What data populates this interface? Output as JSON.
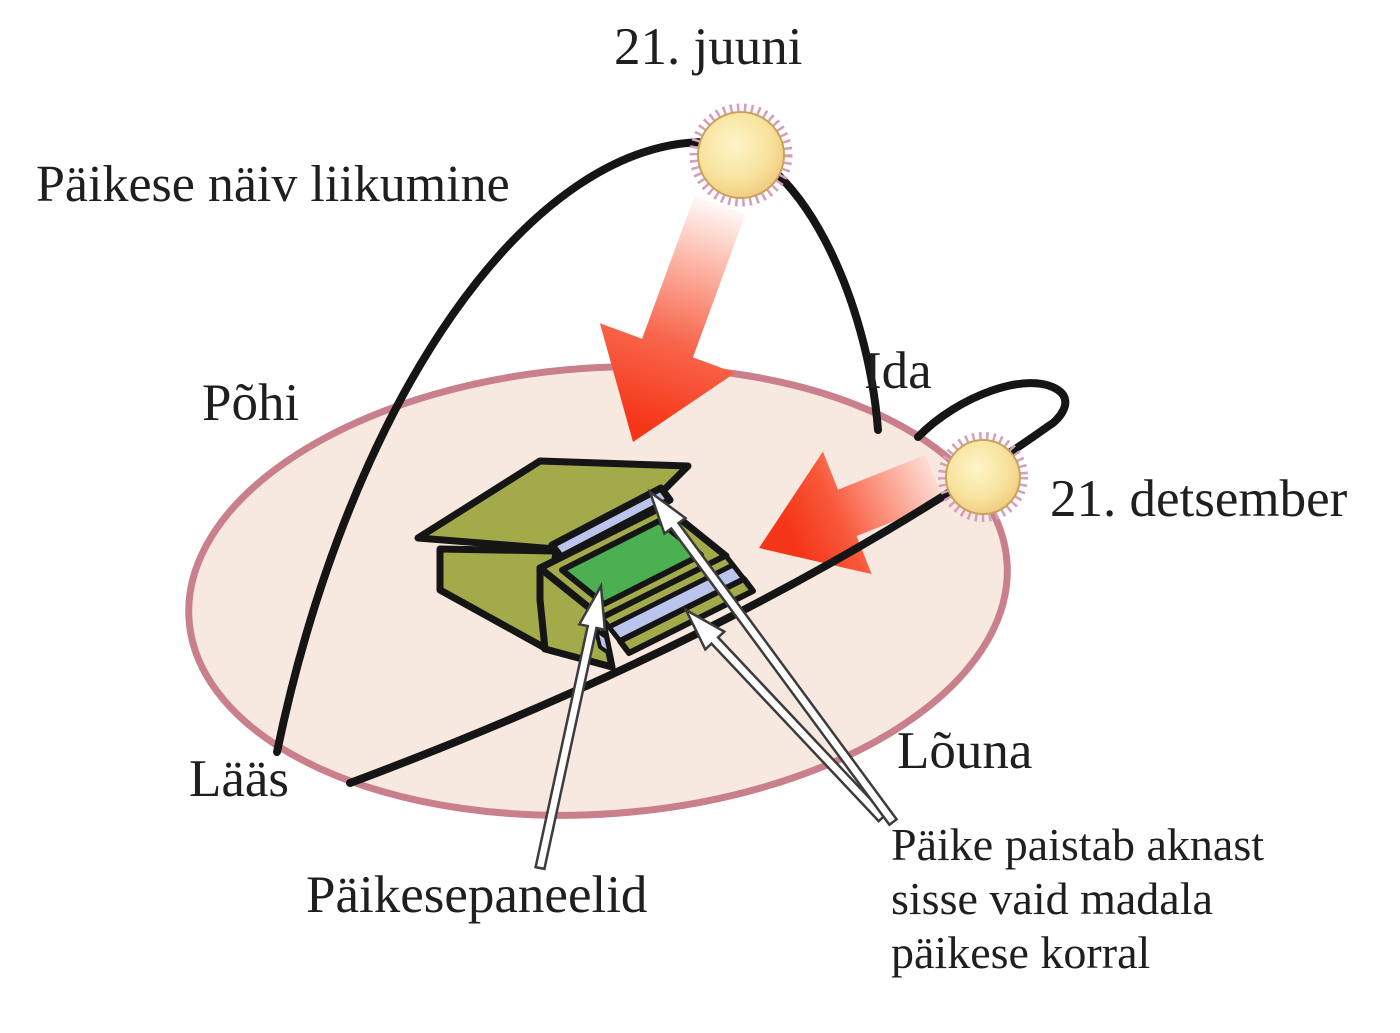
{
  "figure": {
    "type": "diagram",
    "subject": "Apparent movement of the Sun over a house with solar panels",
    "labels": {
      "june_sun": "21. juuni",
      "december_sun": "21. detsember",
      "apparent_motion": "Päikese näiv liikumine",
      "north": "Põhi",
      "east": "Ida",
      "west": "Lääs",
      "south": "Lõuna",
      "solar_panels": "Päikesepaneelid",
      "window_note_line1": "Päike paistab aknast",
      "window_note_line2": "sisse vaid madala",
      "window_note_line3": "päikese korral"
    }
  },
  "colors": {
    "background": "#ffffff",
    "ground_fill": "#f8e9e0",
    "ground_stroke": "#c9808c",
    "house_olive": "#a3aa4a",
    "panel_green": "#4bb052",
    "window_blue": "#bac4ec",
    "sunray_pink": "#d49fba",
    "sun_core": "#fdf5c8",
    "sun_mid": "#f8e39e",
    "sun_edge": "#eec172",
    "arrow_red": "#f53517",
    "line_black": "#151515",
    "text_color": "#1f1f1f"
  }
}
